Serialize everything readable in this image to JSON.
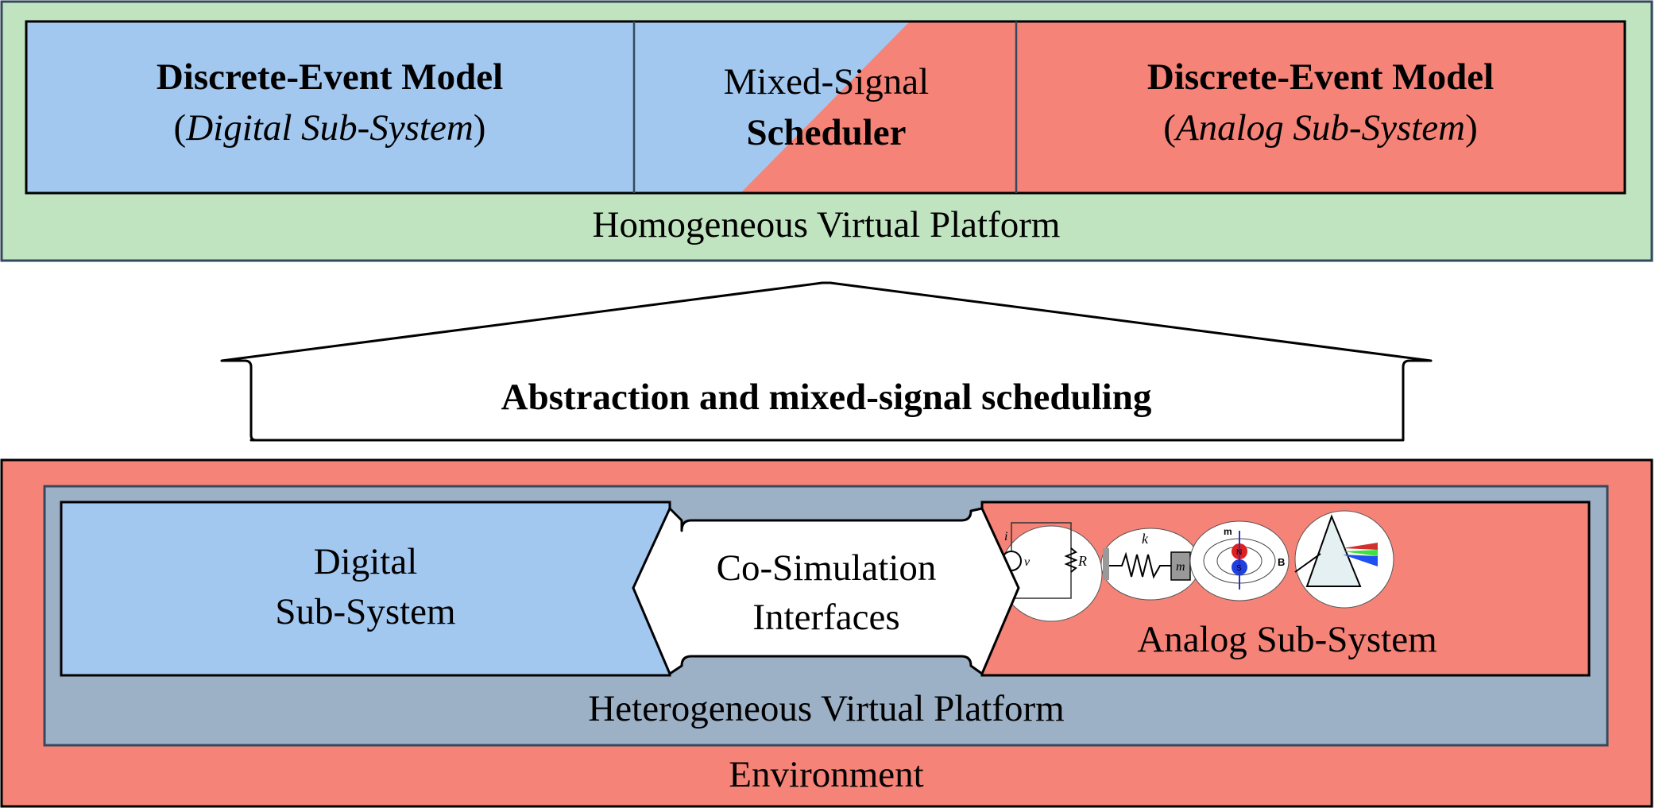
{
  "top": {
    "platform_label": "Homogeneous Virtual Platform",
    "left_model": {
      "title": "Discrete-Event Model",
      "subtitle": "Digital Sub-System"
    },
    "scheduler": {
      "line1": "Mixed-Signal",
      "line2": "Scheduler"
    },
    "right_model": {
      "title": "Discrete-Event Model",
      "subtitle": "Analog Sub-System"
    }
  },
  "arrow": {
    "label": "Abstraction and mixed-signal scheduling"
  },
  "bottom": {
    "environment_label": "Environment",
    "platform_label": "Heterogeneous Virtual Platform",
    "digital": {
      "line1": "Digital",
      "line2": "Sub-System"
    },
    "cosim": {
      "line1": "Co-Simulation",
      "line2": "Interfaces"
    },
    "analog": {
      "label": "Analog Sub-System"
    },
    "icons": {
      "circuit": {
        "i": "i",
        "v": "v",
        "R": "R"
      },
      "spring": {
        "k": "k",
        "m": "m"
      },
      "magnet": {
        "m": "m",
        "N": "N",
        "S": "S",
        "B": "B"
      }
    }
  },
  "colors": {
    "green": "#c0e4c0",
    "blue": "#a3c8f0",
    "red": "#f58378",
    "grey": "#9cb0c6",
    "border": "#2b3a4a"
  }
}
